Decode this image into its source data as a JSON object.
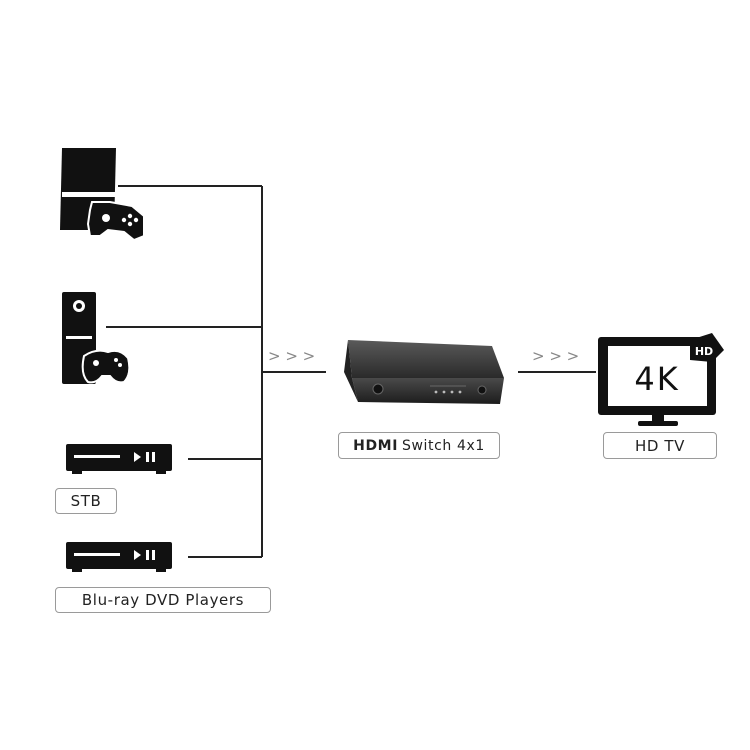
{
  "labels": {
    "stb": "STB",
    "bluray": "Blu-ray DVD Players",
    "switch_brand": "HDMI",
    "switch_text": "Switch 4x1",
    "tv": "HD TV"
  },
  "tv": {
    "screen_text": "4K",
    "badge": "HD"
  },
  "arrows": {
    "glyph": ">  >  >"
  },
  "colors": {
    "line": "#222222",
    "device": "#111111",
    "border": "#9a9a9a",
    "arrow": "#888888"
  }
}
